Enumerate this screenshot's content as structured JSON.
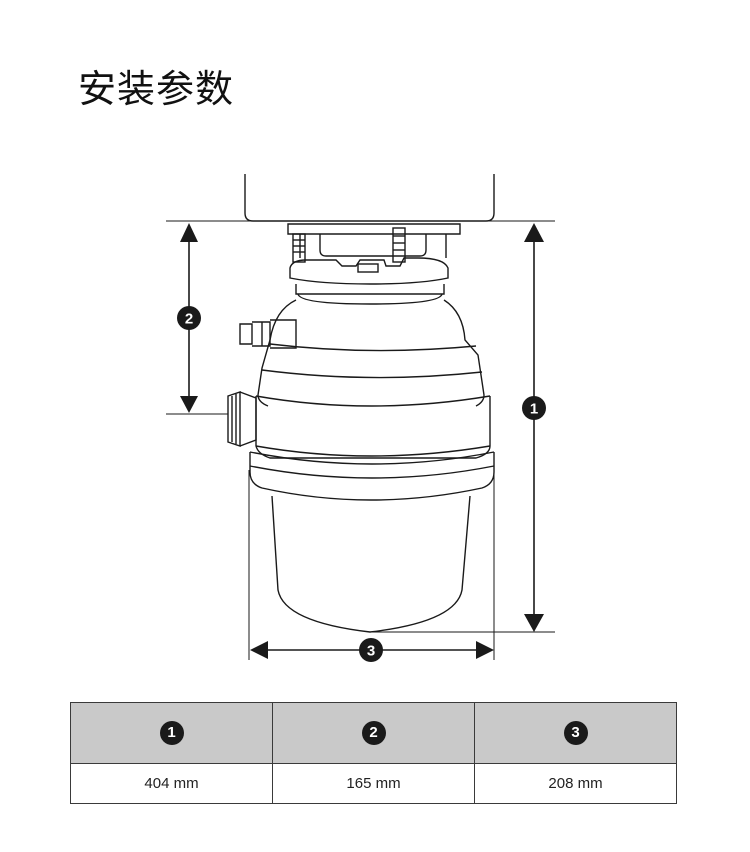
{
  "title": "安装参数",
  "labels": {
    "height": "1",
    "inlet": "2",
    "width": "3"
  },
  "table": {
    "headers": [
      "1",
      "2",
      "3"
    ],
    "values": [
      "404 mm",
      "165 mm",
      "208 mm"
    ]
  },
  "colors": {
    "outline": "#1a1a1a",
    "header_bg": "#c9c9c9",
    "badge_bg": "#1a1a1a"
  }
}
